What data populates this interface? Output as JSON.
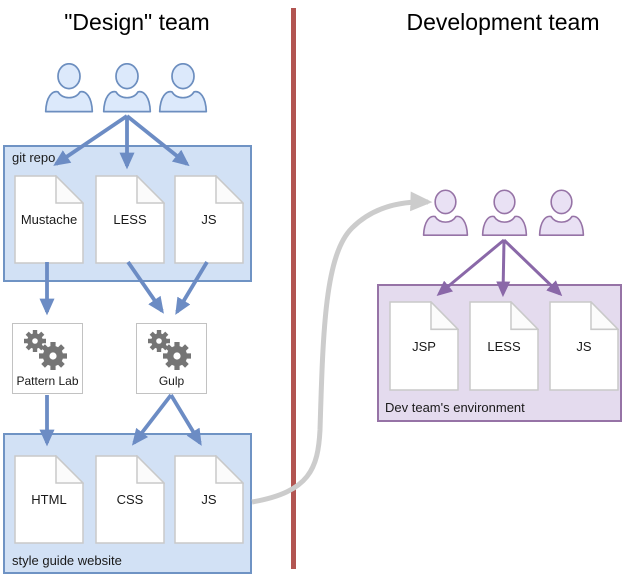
{
  "titles": {
    "design": "\"Design\" team",
    "development": "Development team"
  },
  "left_column": {
    "people_count": 3,
    "git_repo": {
      "label": "git repo",
      "documents": [
        "Mustache",
        "LESS",
        "JS"
      ]
    },
    "processors": {
      "pattern_lab": "Pattern Lab",
      "gulp": "Gulp"
    },
    "style_guide": {
      "label": "style guide website",
      "documents": [
        "HTML",
        "CSS",
        "JS"
      ]
    }
  },
  "right_column": {
    "people_count": 3,
    "environment": {
      "label": "Dev team's environment",
      "documents": [
        "JSP",
        "LESS",
        "JS"
      ]
    }
  },
  "icons": {
    "person": "person-icon",
    "gears": "gears-icon",
    "document": "document-icon"
  },
  "colors": {
    "design_box_fill": "#d2e1f5",
    "design_box_border": "#6f93c4",
    "design_person_fill": "#dce9fb",
    "design_arrow": "#6c8cc4",
    "dev_box_fill": "#e4dbee",
    "dev_box_border": "#9673a6",
    "dev_person_fill": "#e9e1f4",
    "dev_arrow": "#8a68a8",
    "divider_red": "#b25551",
    "handoff_arrow_gray": "#cccccc",
    "gear_gray": "#757575",
    "document_border": "#c9c9c9"
  }
}
